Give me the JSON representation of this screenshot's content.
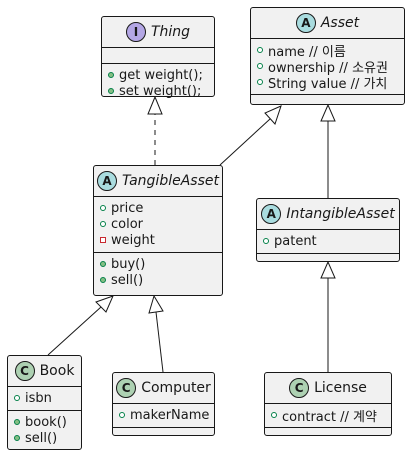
{
  "classes": {
    "thing": {
      "badge": "I",
      "name": "Thing",
      "fields": [],
      "methods": [
        "get weight();",
        "set weight();"
      ]
    },
    "asset": {
      "badge": "A",
      "name": "Asset",
      "fields": [
        "name // 이름",
        "ownership // 소유권",
        "String value // 가치"
      ],
      "methods": []
    },
    "tangible_asset": {
      "badge": "A",
      "name": "TangibleAsset",
      "fields": [
        "price",
        "color",
        "weight"
      ],
      "methods": [
        "buy()",
        "sell()"
      ]
    },
    "intangible_asset": {
      "badge": "A",
      "name": "IntangibleAsset",
      "fields": [
        "patent"
      ],
      "methods": []
    },
    "book": {
      "badge": "C",
      "name": "Book",
      "fields": [
        "isbn"
      ],
      "methods": [
        "book()",
        "sell()"
      ]
    },
    "computer": {
      "badge": "C",
      "name": "Computer",
      "fields": [
        "makerName"
      ],
      "methods": []
    },
    "license": {
      "badge": "C",
      "name": "License",
      "fields": [
        "contract // 계약"
      ],
      "methods": []
    }
  },
  "colors": {
    "abstract_badge": "#a9dcdf",
    "interface_badge": "#b4a7e5",
    "class_badge": "#add1b2",
    "class_fill": "#f1f1f1",
    "line": "#181818"
  }
}
